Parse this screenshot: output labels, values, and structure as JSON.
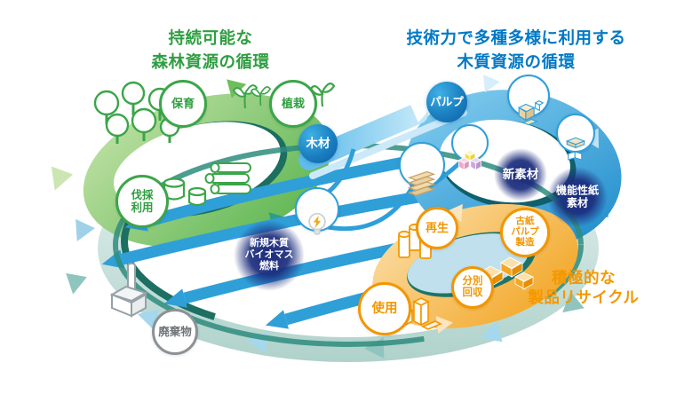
{
  "colors": {
    "green": "#2F9E41",
    "green_band": "#55B24B",
    "blue": "#0079C6",
    "blue_band": "#2E9FD9",
    "navy_glow": "#1B2C7D",
    "orange": "#F39800",
    "teal_edge": "#1E6F63",
    "gray": "#6F7478",
    "background": "#FFFFFF"
  },
  "green_cycle": {
    "title": "持続可能な\n森林資源の循環",
    "nodes": {
      "hoiku": "保育",
      "shokusai": "植栽",
      "bassai_riyou": "伐採\n利用"
    }
  },
  "blue_cycle": {
    "title": "技術力で多種多様に利用する\n木質資源の循環",
    "nodes": {
      "mokuzai": "木材",
      "pulp": "パルプ",
      "shin_sozai": "新素材",
      "kinousei_kami_sozai": "機能性紙\n素材",
      "shinki_biomass": "新規木質\nバイオマス\n燃料"
    }
  },
  "orange_cycle": {
    "title": "積極的な\n製品リサイクル",
    "nodes": {
      "saisei": "再生",
      "koshi_pulp_seizou": "古紙\nパルプ\n製造",
      "bunbetsu_kaishuu": "分別\n回収",
      "shiyou": "使用"
    }
  },
  "waste": {
    "haikibutsu": "廃棄物"
  },
  "icons": {
    "trees": "trees-icon",
    "saplings": "sapling-icon",
    "stumps": "stumps-icon",
    "logs": "logs-icon",
    "lumber": "lumber-planks-icon",
    "lightbulb": "energy-bulb-icon",
    "cubes": "new-material-cubes-icon",
    "packaging": "packaging-boxes-icon",
    "paper_products": "paper-products-icon",
    "paper_rolls": "paper-rolls-icon",
    "crates": "recycle-crates-icon",
    "cartons": "used-cartons-icon",
    "factory": "incinerator-factory-icon"
  }
}
